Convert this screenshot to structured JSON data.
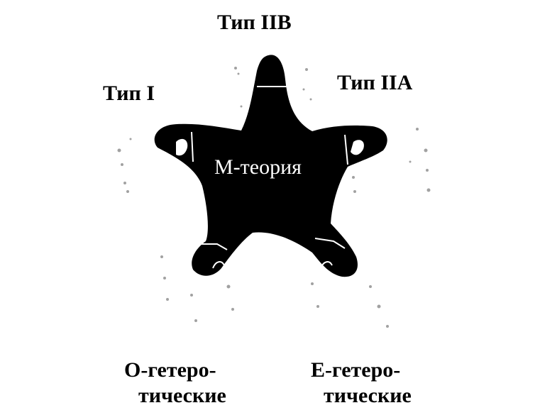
{
  "diagram": {
    "center_label": "М-теория",
    "vertices": [
      {
        "id": "IIB",
        "label": "Тип IIB"
      },
      {
        "id": "IIA",
        "label": "Тип IIA"
      },
      {
        "id": "I",
        "label": "Тип I"
      },
      {
        "id": "O",
        "label_line1": "O-гетеро-",
        "label_line2": "тические"
      },
      {
        "id": "E",
        "label_line1": "E-гетеро-",
        "label_line2": "тические"
      }
    ],
    "colors": {
      "star": "#000000",
      "background": "#ffffff",
      "center_text": "#ffffff"
    }
  }
}
